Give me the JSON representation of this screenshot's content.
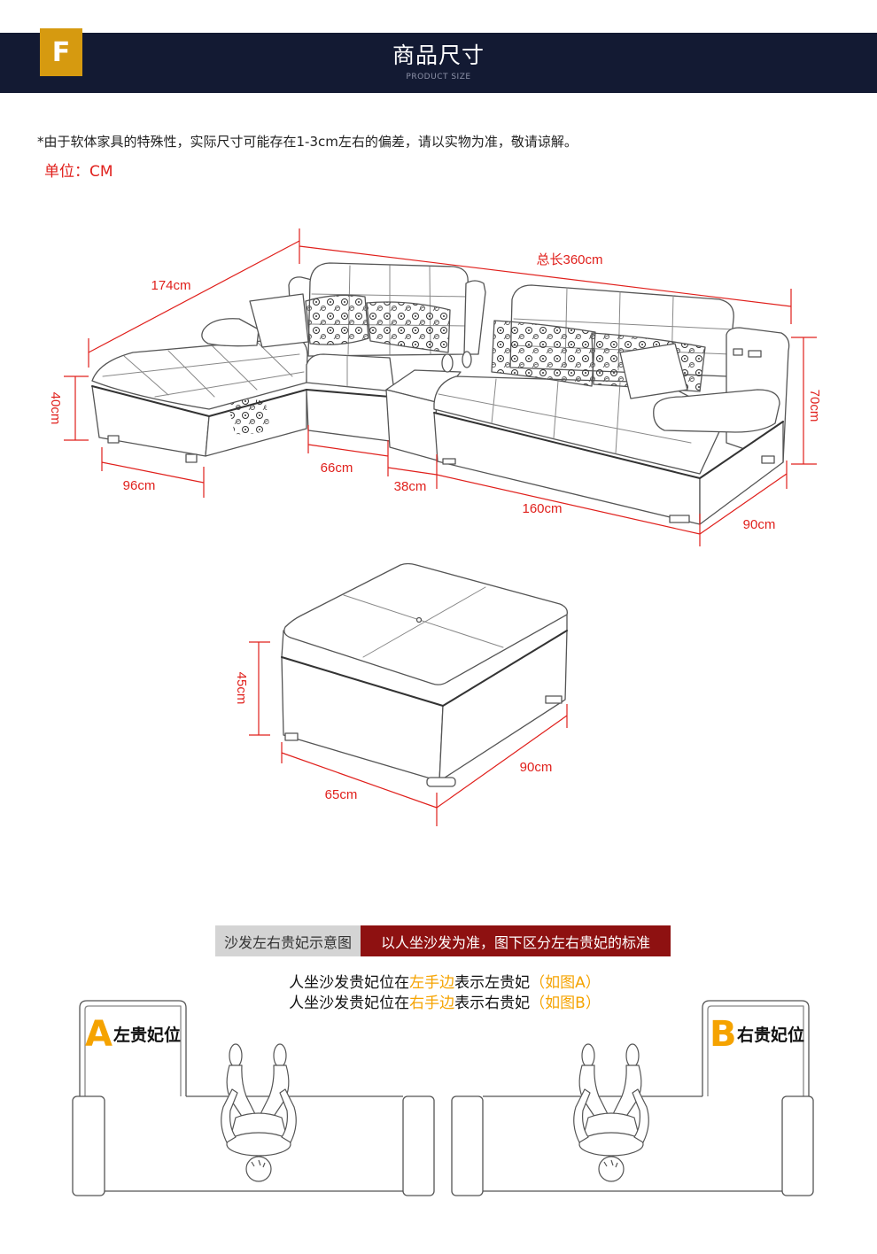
{
  "header": {
    "badge": "F",
    "title": "商品尺寸",
    "subtitle": "PRODUCT SIZE"
  },
  "notice": {
    "disclaimer": "*由于软体家具的特殊性，实际尺寸可能存在1-3cm左右的偏差，请以实物为准，敬请谅解。",
    "unit": "单位：CM"
  },
  "sofa": {
    "total_length": "总长360cm",
    "chaise_length": "174cm",
    "seat_height": "40cm",
    "overall_height": "70cm",
    "chaise_width": "96cm",
    "middle_seat_width": "66cm",
    "console_width": "38cm",
    "main_seat_width": "160cm",
    "depth": "90cm"
  },
  "ottoman": {
    "height": "45cm",
    "width": "65cm",
    "length": "90cm"
  },
  "chaise_guide": {
    "tag_gray": "沙发左右贵妃示意图",
    "tag_red": "以人坐沙发为准，图下区分左右贵妃的标准",
    "left_rule": {
      "prefix": "人坐沙发贵妃位在",
      "side": "左手边",
      "suffix": "表示左贵妃",
      "ref": "（如图A）"
    },
    "right_rule": {
      "prefix": "人坐沙发贵妃位在",
      "side": "右手边",
      "suffix": "表示右贵妃",
      "ref": "（如图B）"
    },
    "diagram_a": {
      "letter": "A",
      "label": "左贵妃位"
    },
    "diagram_b": {
      "letter": "B",
      "label": "右贵妃位"
    }
  },
  "colors": {
    "header_bg": "#131a33",
    "badge": "#d69a10",
    "dimension_red": "#e0201c",
    "tag_red": "#8e1111",
    "highlight_orange": "#f5a300"
  }
}
